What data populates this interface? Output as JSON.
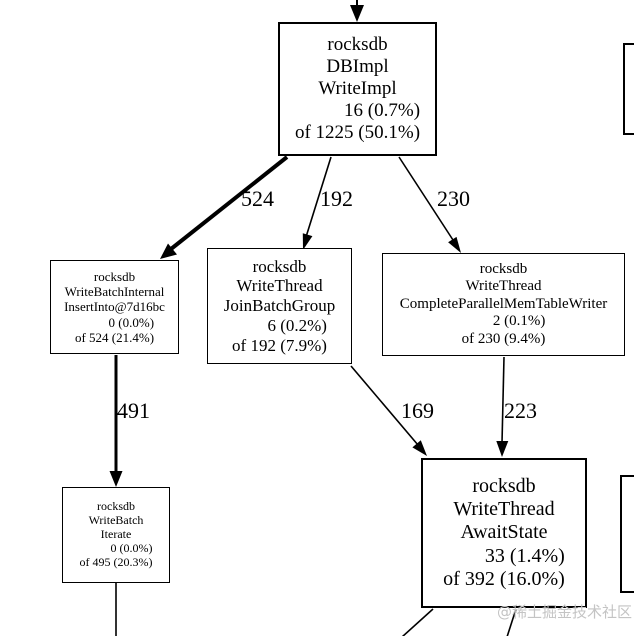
{
  "graph": {
    "type": "call-graph",
    "colors": {
      "background": "#ffffff",
      "node_border": "#000000",
      "edge": "#000000",
      "text": "#000000",
      "watermark": "#c4c4c4"
    },
    "nodes": {
      "write_impl": {
        "pkg": "rocksdb",
        "cls": "DBImpl",
        "fn": "WriteImpl",
        "self": "16 (0.7%)",
        "total": "of 1225 (50.1%)"
      },
      "insert_into": {
        "pkg": "rocksdb",
        "cls": "WriteBatchInternal",
        "fn": "InsertInto@7d16bc",
        "self": "0 (0.0%)",
        "total": "of 524 (21.4%)"
      },
      "join_batch_group": {
        "pkg": "rocksdb",
        "cls": "WriteThread",
        "fn": "JoinBatchGroup",
        "self": "6 (0.2%)",
        "total": "of 192 (7.9%)"
      },
      "complete_parallel_memtable_writer": {
        "pkg": "rocksdb",
        "cls": "WriteThread",
        "fn": "CompleteParallelMemTableWriter",
        "self": "2 (0.1%)",
        "total": "of 230 (9.4%)"
      },
      "iterate": {
        "pkg": "rocksdb",
        "cls": "WriteBatch",
        "fn": "Iterate",
        "self": "0 (0.0%)",
        "total": "of 495 (20.3%)"
      },
      "await_state": {
        "pkg": "rocksdb",
        "cls": "WriteThread",
        "fn": "AwaitState",
        "self": "33 (1.4%)",
        "total": "of 392 (16.0%)"
      }
    },
    "edges": [
      {
        "from": "offscreen-top",
        "to": "write_impl",
        "label": ""
      },
      {
        "from": "write_impl",
        "to": "insert_into",
        "label": "524"
      },
      {
        "from": "write_impl",
        "to": "join_batch_group",
        "label": "192"
      },
      {
        "from": "write_impl",
        "to": "complete_parallel_memtable_writer",
        "label": "230"
      },
      {
        "from": "insert_into",
        "to": "iterate",
        "label": "491"
      },
      {
        "from": "join_batch_group",
        "to": "await_state",
        "label": "169"
      },
      {
        "from": "complete_parallel_memtable_writer",
        "to": "await_state",
        "label": "223"
      },
      {
        "from": "iterate",
        "to": "offscreen-bottom",
        "label": ""
      },
      {
        "from": "await_state",
        "to": "offscreen-bottom-left",
        "label": ""
      },
      {
        "from": "await_state",
        "to": "offscreen-bottom-right",
        "label": ""
      }
    ]
  },
  "watermark": "@稀土掘金技术社区"
}
